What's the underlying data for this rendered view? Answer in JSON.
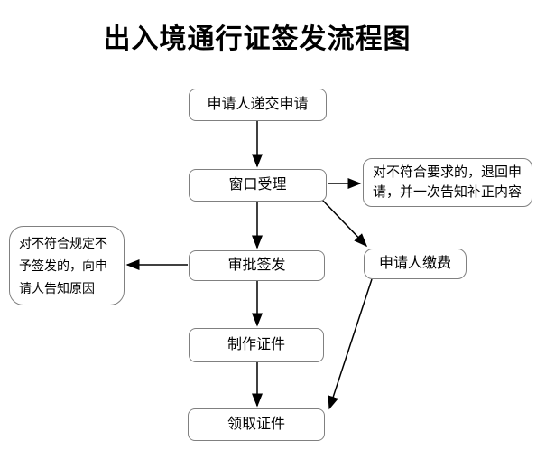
{
  "title": "出入境通行证签发流程图",
  "nodes": {
    "submit": {
      "label": "申请人递交申请"
    },
    "window": {
      "label": "窗口受理"
    },
    "return": {
      "label": "对不符合要求的，退回申请，并一次告知补正内容"
    },
    "approve": {
      "label": "审批签发"
    },
    "notify": {
      "label": "对不符合规定不予签发的，向申请人告知原因"
    },
    "fee": {
      "label": "申请人缴费"
    },
    "produce": {
      "label": "制作证件"
    },
    "collect": {
      "label": "领取证件"
    }
  },
  "edges": [
    {
      "from": "submit",
      "to": "window",
      "points": [
        [
          285,
          134
        ],
        [
          285,
          184
        ]
      ]
    },
    {
      "from": "window",
      "to": "approve",
      "points": [
        [
          285,
          223
        ],
        [
          285,
          274
        ]
      ]
    },
    {
      "from": "window",
      "to": "return",
      "points": [
        [
          363,
          203
        ],
        [
          399,
          203
        ]
      ]
    },
    {
      "from": "window",
      "to": "fee",
      "points": [
        [
          357,
          221
        ],
        [
          406,
          272
        ]
      ]
    },
    {
      "from": "approve",
      "to": "notify",
      "points": [
        [
          208,
          293
        ],
        [
          141,
          293
        ]
      ]
    },
    {
      "from": "approve",
      "to": "produce",
      "points": [
        [
          285,
          311
        ],
        [
          285,
          360
        ]
      ]
    },
    {
      "from": "produce",
      "to": "collect",
      "points": [
        [
          285,
          401
        ],
        [
          285,
          449
        ]
      ]
    },
    {
      "from": "fee",
      "to": "collect",
      "points": [
        [
          412,
          309
        ],
        [
          365,
          452
        ]
      ]
    }
  ],
  "colors": {
    "background": "#ffffff",
    "box_border": "#808080",
    "arrow": "#000000",
    "text": "#000000"
  }
}
